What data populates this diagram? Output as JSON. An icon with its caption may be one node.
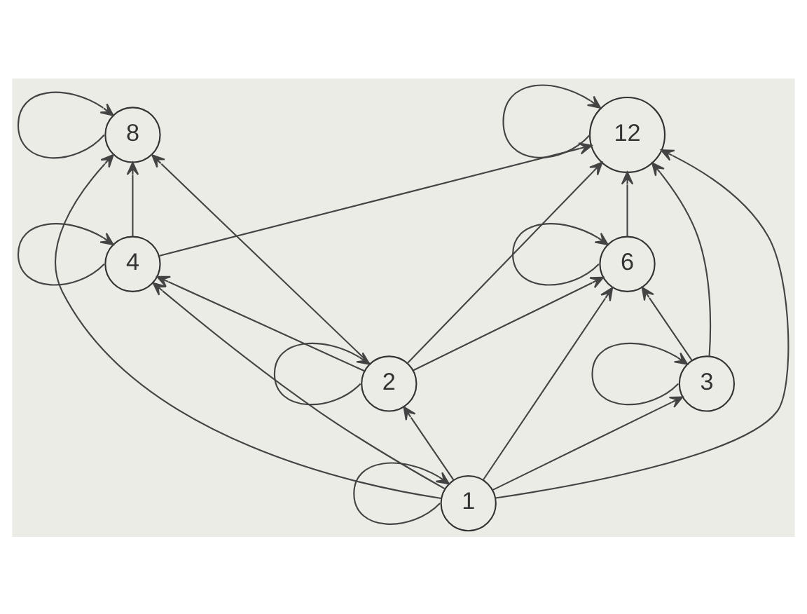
{
  "diagram": {
    "nodes": [
      {
        "text": [
          "8"
        ]
      },
      {
        "text": [
          "12"
        ]
      },
      {
        "text": [
          "4"
        ]
      },
      {
        "text": [
          "6"
        ]
      },
      {
        "text": [
          "2"
        ]
      },
      {
        "text": [
          "3"
        ]
      },
      {
        "text": [
          "1"
        ]
      }
    ],
    "edges": [
      {
        "from": 6,
        "to": 0,
        "arrow": "to"
      },
      {
        "from": 6,
        "to": 4,
        "arrow": "to"
      },
      {
        "from": 6,
        "to": 2,
        "arrow": "to"
      },
      {
        "from": 6,
        "to": 3,
        "arrow": "to"
      },
      {
        "from": 6,
        "to": 5,
        "arrow": "to"
      },
      {
        "from": 6,
        "to": 1,
        "arrow": "to"
      },
      {
        "from": 4,
        "to": 0,
        "arrow": "to"
      },
      {
        "from": 4,
        "to": 2,
        "arrow": "to"
      },
      {
        "from": 4,
        "to": 3,
        "arrow": "to"
      },
      {
        "from": 4,
        "to": 1,
        "arrow": "to"
      },
      {
        "from": 2,
        "to": 0,
        "arrow": "to"
      },
      {
        "from": 2,
        "to": 1,
        "arrow": "to"
      },
      {
        "from": 5,
        "to": 3,
        "arrow": "to"
      },
      {
        "from": 5,
        "to": 1,
        "arrow": "to"
      },
      {
        "from": 3,
        "to": 1,
        "arrow": "to"
      },
      {
        "from": 0,
        "to": 0,
        "arrow": "to"
      },
      {
        "from": 1,
        "to": 1,
        "arrow": "to"
      },
      {
        "from": 2,
        "to": 2,
        "arrow": "to"
      },
      {
        "from": 3,
        "to": 3,
        "arrow": "to"
      },
      {
        "from": 4,
        "to": 4,
        "arrow": "to"
      },
      {
        "from": 5,
        "to": 5,
        "arrow": "to"
      },
      {
        "from": 6,
        "to": 6,
        "arrow": "to"
      }
    ]
  }
}
